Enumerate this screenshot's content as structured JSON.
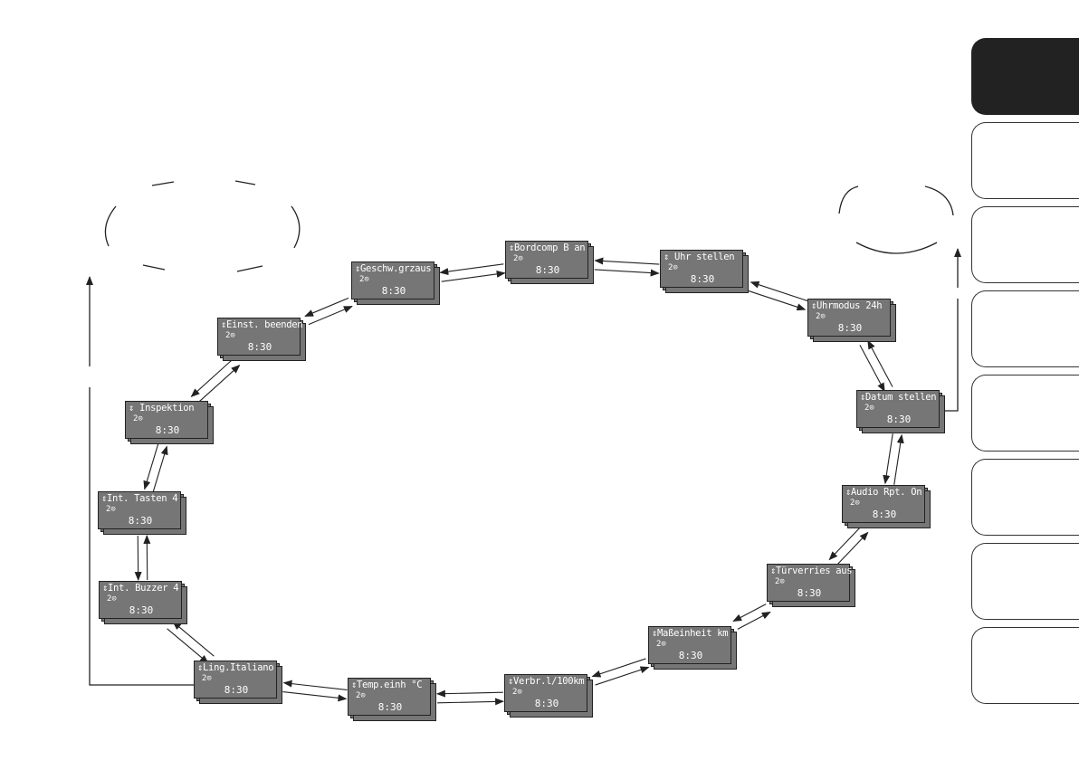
{
  "screens": [
    {
      "id": "bordcomp",
      "label": "⇕Bordcomp B an",
      "sub": "2⊙",
      "time": "8:30"
    },
    {
      "id": "uhr-stellen",
      "label": "⇕ Uhr stellen",
      "sub": "2⊙",
      "time": "8:30"
    },
    {
      "id": "uhrmodus",
      "label": "⇕Uhrmodus 24h",
      "sub": "2⊙",
      "time": "8:30"
    },
    {
      "id": "datum-stellen",
      "label": "⇕Datum stellen",
      "sub": "2⊙",
      "time": "8:30"
    },
    {
      "id": "audio-rpt",
      "label": "⇕Audio Rpt. On",
      "sub": "2⊙",
      "time": "8:30"
    },
    {
      "id": "tuerverries",
      "label": "⇕Türverries aus",
      "sub": "2⊙",
      "time": "8:30"
    },
    {
      "id": "maseinheit",
      "label": "⇕Maßeinheit km",
      "sub": "2⊙",
      "time": "8:30"
    },
    {
      "id": "verbr",
      "label": "⇕Verbr.l/100km",
      "sub": "2⊙",
      "time": "8:30"
    },
    {
      "id": "temp-einh",
      "label": "⇕Temp.einh °C",
      "sub": "2⊙",
      "time": "8:30"
    },
    {
      "id": "ling",
      "label": "⇕Ling.Italiano",
      "sub": "2⊙",
      "time": "8:30"
    },
    {
      "id": "int-buzzer",
      "label": "⇕Int. Buzzer 4",
      "sub": "2⊙",
      "time": "8:30"
    },
    {
      "id": "int-tasten",
      "label": "⇕Int. Tasten 4",
      "sub": "2⊙",
      "time": "8:30"
    },
    {
      "id": "inspektion",
      "label": "⇕  Inspektion",
      "sub": "2⊙",
      "time": "8:30"
    },
    {
      "id": "einst-beenden",
      "label": "⇕Einst. beenden",
      "sub": "2⊙",
      "time": "8:30"
    },
    {
      "id": "geschw",
      "label": "⇕Geschw.grzaus",
      "sub": "2⊙",
      "time": "8:30"
    }
  ],
  "side_tabs": [
    {
      "active": true
    },
    {
      "active": false
    },
    {
      "active": false
    },
    {
      "active": false
    },
    {
      "active": false
    },
    {
      "active": false
    },
    {
      "active": false
    },
    {
      "active": false
    }
  ],
  "colors": {
    "screen": "#767676",
    "line": "#222222",
    "active_tab": "#222222"
  }
}
